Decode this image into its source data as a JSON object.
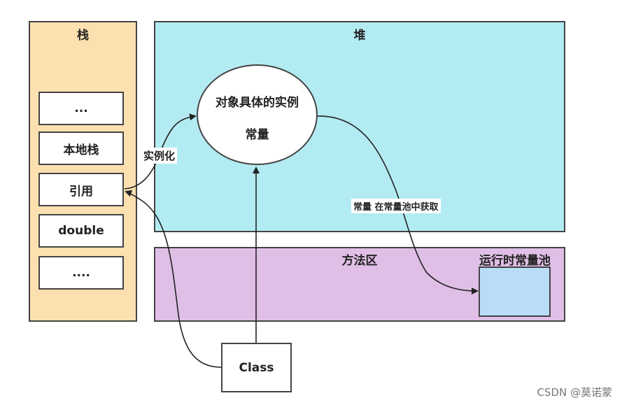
{
  "stack": {
    "title": "栈",
    "slots": [
      "...",
      "本地栈",
      "引用",
      "double",
      "...."
    ]
  },
  "heap": {
    "title": "堆",
    "object_line1": "对象具体的实例",
    "object_line2": "常量"
  },
  "method_area": {
    "title": "方法区",
    "pool_title": "运行时常量池"
  },
  "class_box": "Class",
  "edges": {
    "instantiate_label": "实例化",
    "constant_label": "常量 在常量池中获取"
  },
  "watermark": "CSDN @莫诺蒙"
}
